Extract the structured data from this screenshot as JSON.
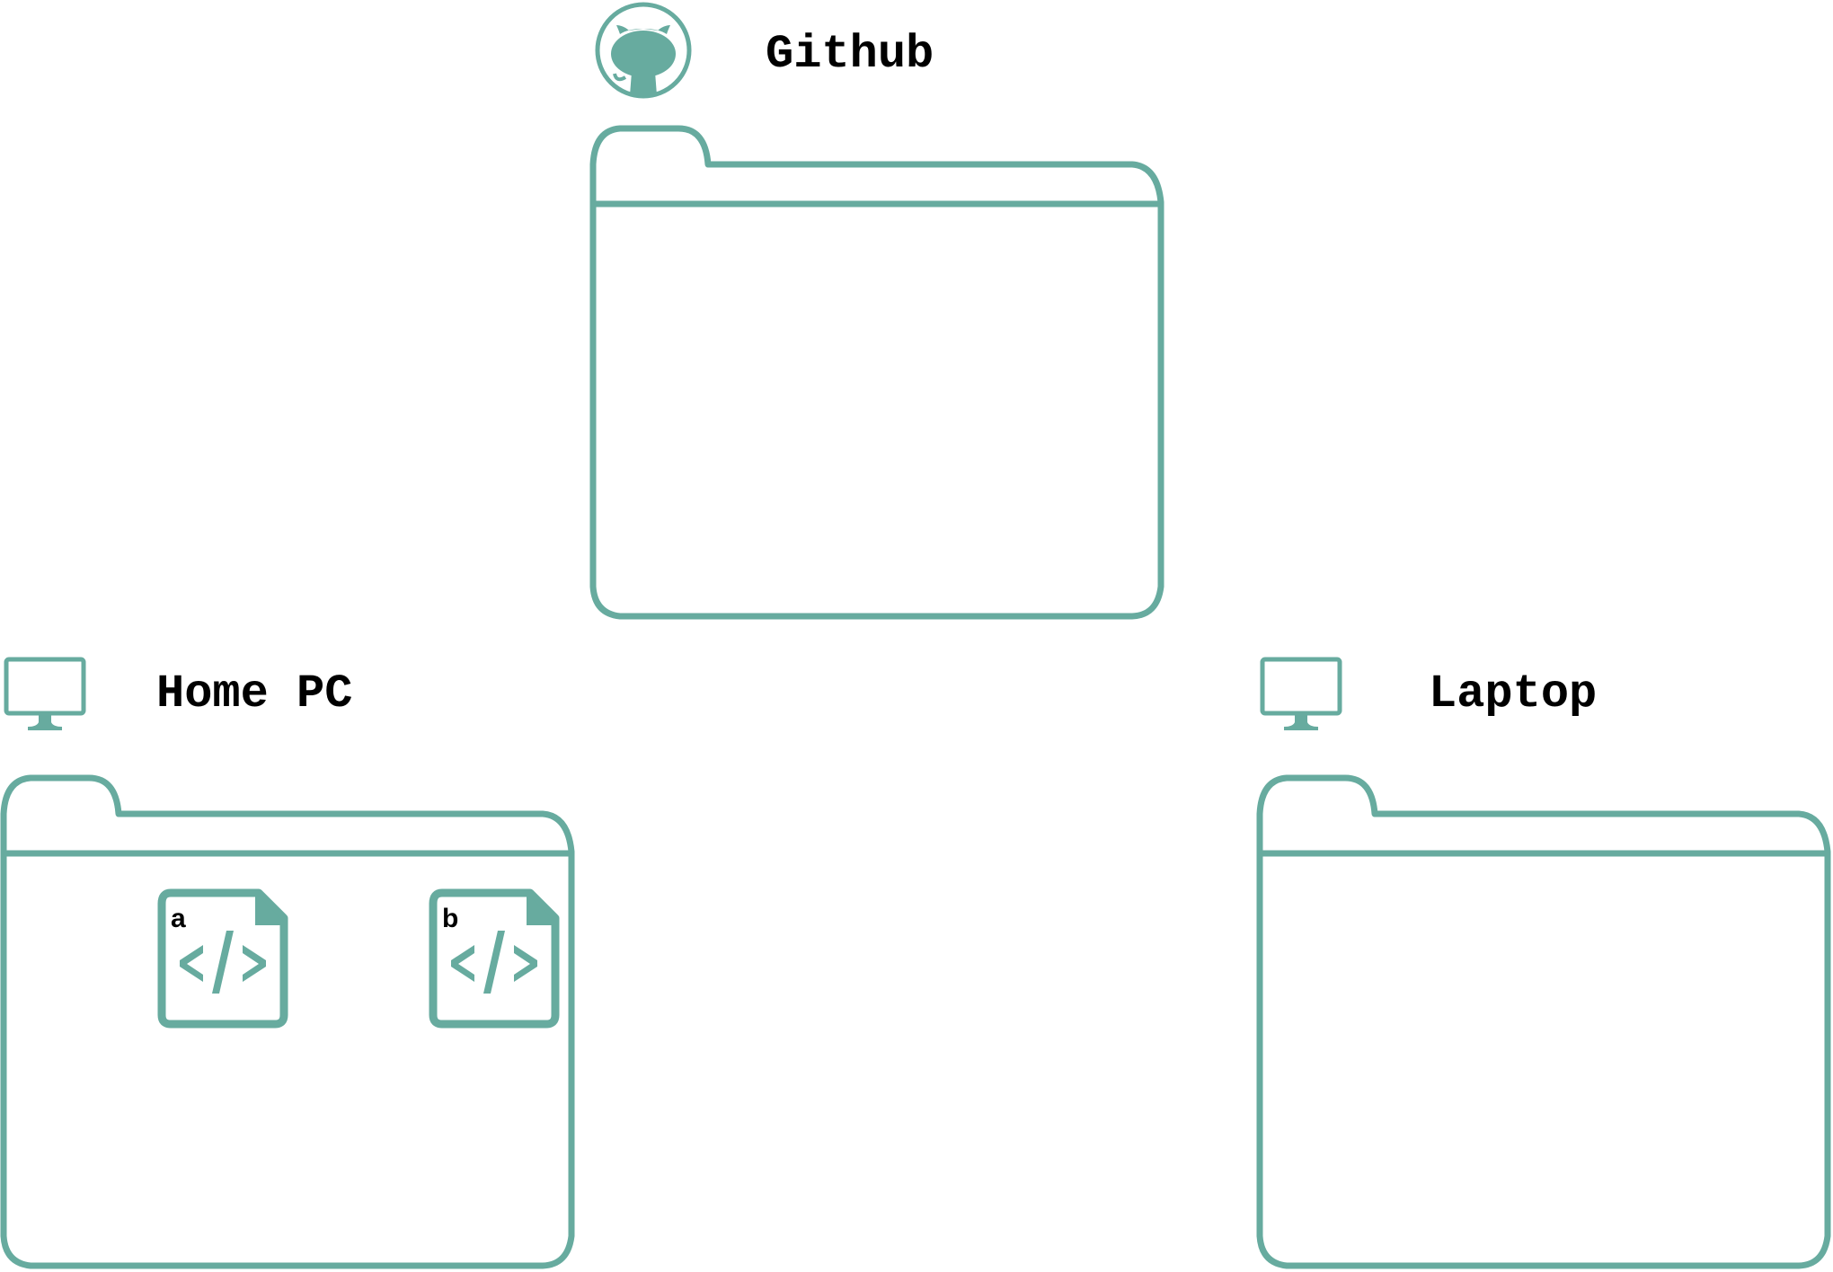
{
  "colors": {
    "accent": "#67ab9f",
    "background": "#ffffff",
    "text": "#000000"
  },
  "locations": {
    "github": {
      "label": "Github",
      "icon": "github-octocat-icon"
    },
    "home_pc": {
      "label": "Home PC",
      "icon": "monitor-icon",
      "files": [
        {
          "label": "a",
          "icon": "code-file-icon"
        },
        {
          "label": "b",
          "icon": "code-file-icon"
        }
      ]
    },
    "laptop": {
      "label": "Laptop",
      "icon": "monitor-icon"
    }
  }
}
